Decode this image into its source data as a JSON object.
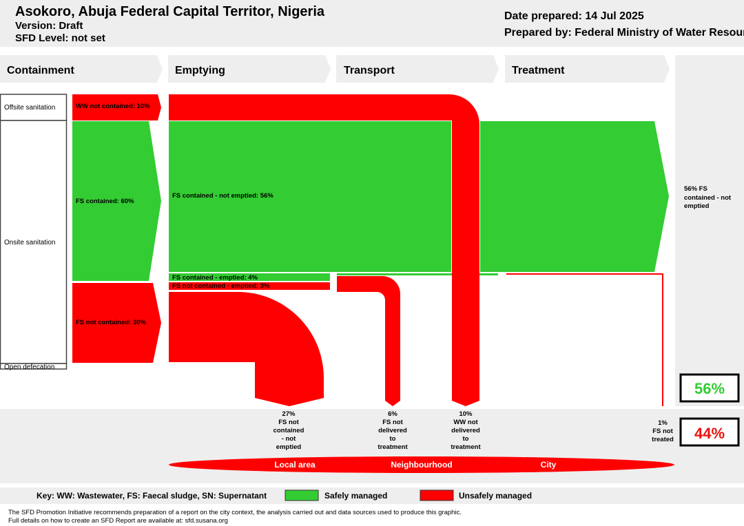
{
  "header": {
    "title": "Asokoro, Abuja Federal Capital Territor, Nigeria",
    "version": "Version: Draft",
    "sfd_level": "SFD Level: not set",
    "date_prepared": "Date prepared: 14 Jul 2025",
    "prepared_by": "Prepared by: Federal Ministry of Water Resources"
  },
  "stages": [
    "Containment",
    "Emptying",
    "Transport",
    "Treatment"
  ],
  "containment_rows": {
    "offsite": "Offsite sanitation",
    "onsite": "Onsite sanitation",
    "open_defecation": "Open defecation"
  },
  "flows": {
    "ww_not_contained": "WW not contained: 10%",
    "fs_contained": "FS contained: 60%",
    "fs_not_contained": "FS not contained: 30%",
    "fs_contained_not_emptied": "FS contained - not emptied: 56%",
    "fs_contained_emptied": "FS contained - emptied: 4%",
    "fs_not_contained_emptied": "FS not contained - emptied: 3%"
  },
  "right_note": [
    "56% FS",
    "contained - not",
    "emptied"
  ],
  "outcomes": {
    "safely_pct": "56%",
    "unsafely_pct": "44%",
    "safe_color": "#33cc33",
    "unsafe_color": "#ee1111"
  },
  "bottom_labels": {
    "fs_not_contained_not_emptied": [
      "27%",
      "FS not",
      "contained",
      "- not",
      "emptied"
    ],
    "fs_not_delivered": [
      "6%",
      "FS not",
      "delivered",
      "to",
      "treatment"
    ],
    "ww_not_delivered": [
      "10%",
      "WW not",
      "delivered",
      "to",
      "treatment"
    ],
    "fs_not_treated": [
      "1%",
      "FS not",
      "treated"
    ]
  },
  "areas": [
    "Local area",
    "Neighbourhood",
    "City"
  ],
  "key": {
    "text": "Key: WW: Wastewater, FS: Faecal sludge, SN: Supernatant",
    "safe": "Safely managed",
    "unsafe": "Unsafely managed"
  },
  "footer": {
    "line1": "The SFD Promotion Initiative recommends preparation of a report on the city context, the analysis carried out and data sources used to produce this graphic.",
    "line2": "Full details on how to create an SFD Report are available at: sfd.susana.org"
  },
  "colors": {
    "green": "#33cc33",
    "red": "#ff0000",
    "grey": "#eeeeee"
  }
}
